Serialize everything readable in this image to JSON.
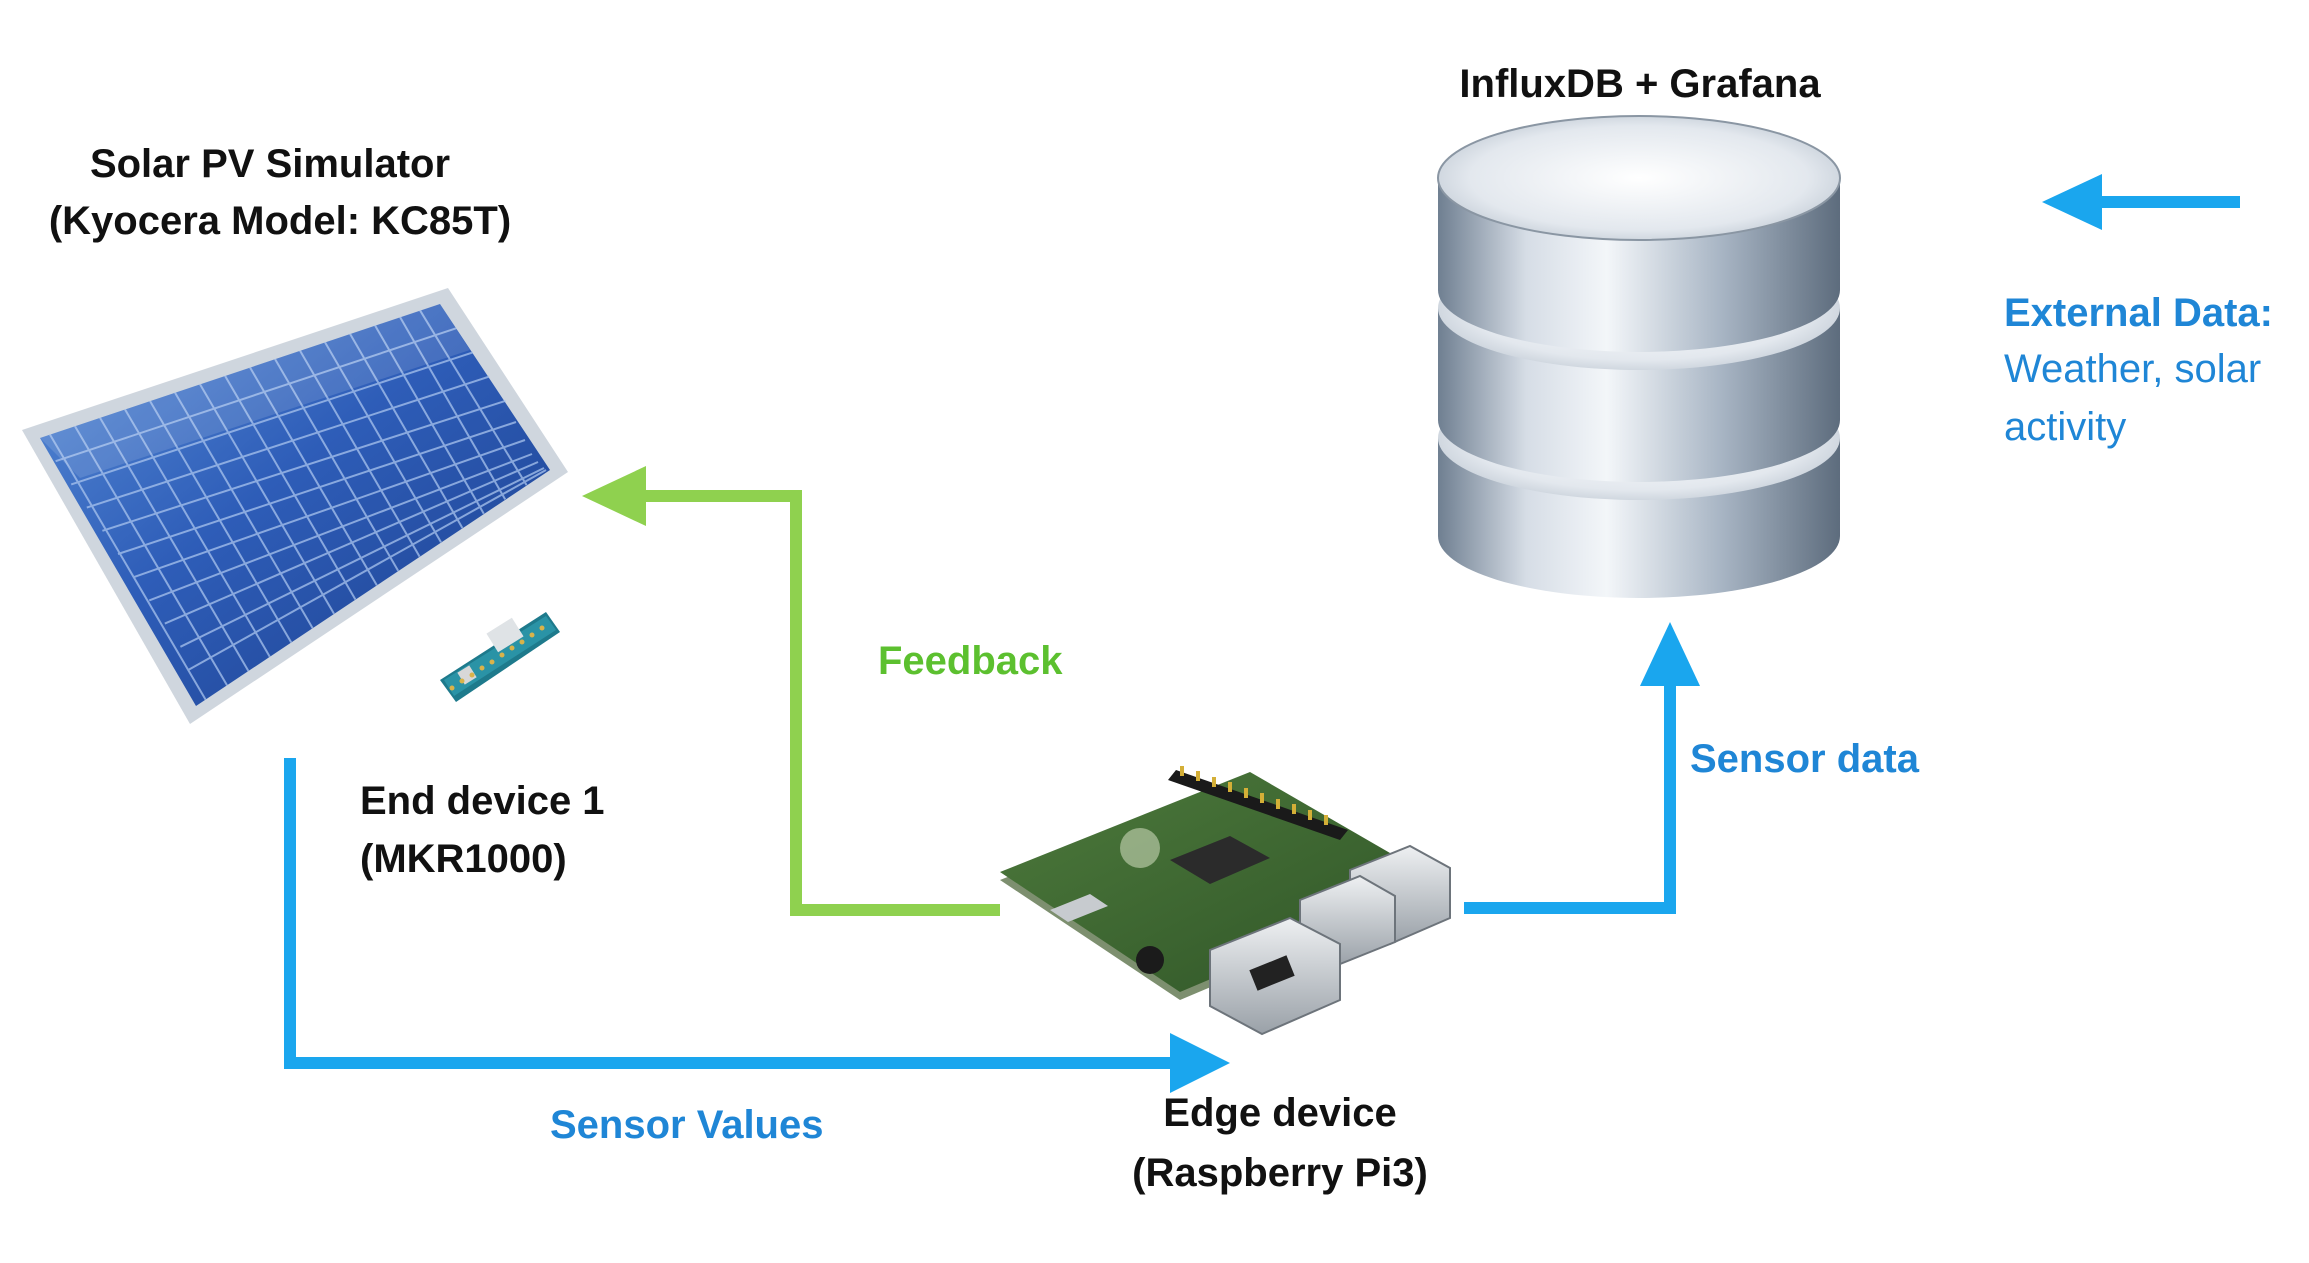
{
  "labels": {
    "solar_title": "Solar PV Simulator",
    "solar_model": "(Kyocera Model: KC85T)",
    "database_title": "InfluxDB + Grafana",
    "external_title": "External Data:",
    "external_line1": "Weather, solar",
    "external_line2": "activity",
    "feedback": "Feedback",
    "sensor_data": "Sensor data",
    "end_device_title": "End device 1",
    "end_device_model": "(MKR1000)",
    "sensor_values": "Sensor Values",
    "edge_title": "Edge device",
    "edge_model": "(Raspberry Pi3)"
  },
  "icons": {
    "solar_panel": "solar-panel-icon",
    "database": "database-cylinder-icon",
    "end_device": "mkr1000-board-icon",
    "edge_device": "raspberry-pi-board-icon"
  },
  "colors": {
    "flow_blue": "#1aa6ee",
    "label_blue": "#1f86d6",
    "feedback_green": "#8fd14f",
    "label_green": "#5cc02f",
    "text_dark": "#111111"
  }
}
